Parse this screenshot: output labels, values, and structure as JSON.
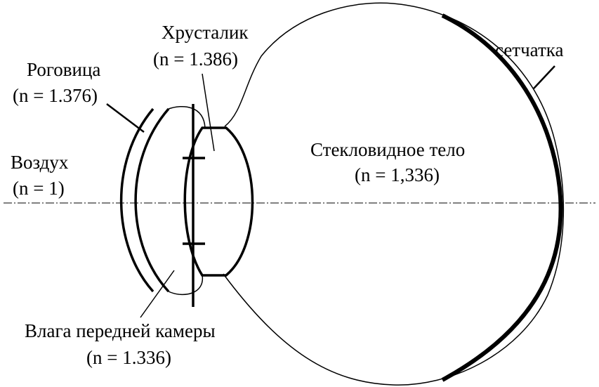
{
  "labels": {
    "lens": {
      "name": "Хрусталик",
      "index": "(n = 1.386)"
    },
    "cornea": {
      "name": "Роговица",
      "index": "(n = 1.376)"
    },
    "air": {
      "name": "Воздух",
      "index": "(n = 1)"
    },
    "vitreous": {
      "name": "Стекловидное тело",
      "index": "(n = 1,336)"
    },
    "retina": {
      "name": "сетчатка"
    },
    "aqueous": {
      "name": "Влага передней камеры",
      "index": "(n = 1.336)"
    }
  }
}
